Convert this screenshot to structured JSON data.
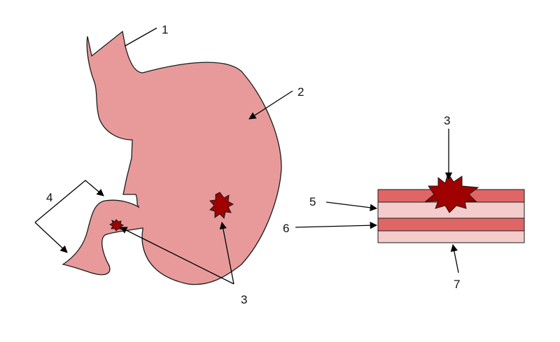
{
  "colors": {
    "stomach_fill": "#e89a9a",
    "outline": "#1a1a1a",
    "ulcer_fill": "#a00000",
    "layer_dark": "#e06666",
    "layer_light": "#f4cccc"
  },
  "labels": {
    "esophagus": "1",
    "stomach": "2",
    "ulcer_stomach": "3",
    "duodenum": "4",
    "ulcer_cross_section": "3",
    "layer_upper": "5",
    "layer_middle": "6",
    "layer_bottom": "7"
  }
}
